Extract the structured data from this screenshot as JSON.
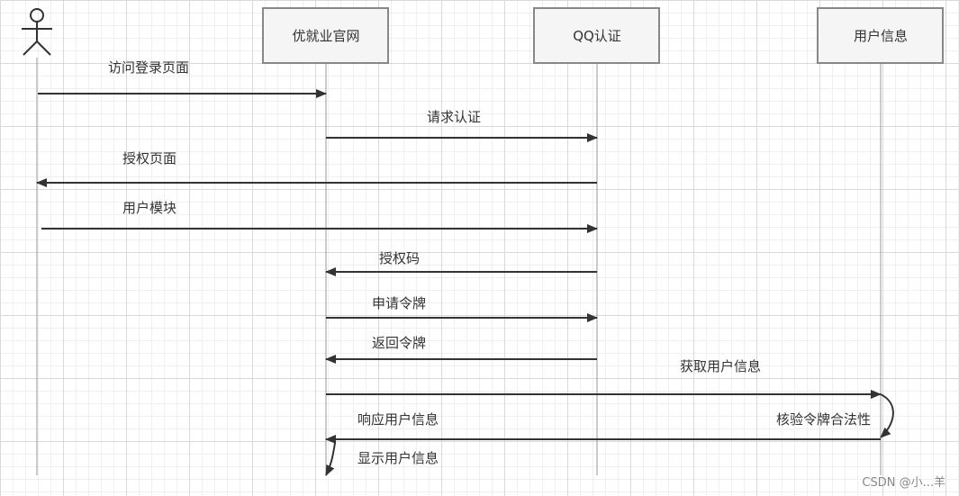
{
  "participants": [
    {
      "id": "user",
      "type": "actor",
      "label": ""
    },
    {
      "id": "site",
      "type": "box",
      "label": "优就业官网"
    },
    {
      "id": "qq",
      "type": "box",
      "label": "QQ认证"
    },
    {
      "id": "info",
      "type": "box",
      "label": "用户信息"
    }
  ],
  "messages": [
    {
      "from": "user",
      "to": "site",
      "label": "访问登录页面"
    },
    {
      "from": "site",
      "to": "qq",
      "label": "请求认证"
    },
    {
      "from": "qq",
      "to": "user",
      "label": "授权页面"
    },
    {
      "from": "user",
      "to": "qq",
      "label": "用户模块"
    },
    {
      "from": "qq",
      "to": "site",
      "label": "授权码"
    },
    {
      "from": "site",
      "to": "qq",
      "label": "申请令牌"
    },
    {
      "from": "qq",
      "to": "site",
      "label": "返回令牌"
    },
    {
      "from": "site",
      "to": "info",
      "label": "获取用户信息"
    },
    {
      "self": "info",
      "label": "核验令牌合法性"
    },
    {
      "from": "info",
      "to": "site",
      "label": "响应用户信息"
    },
    {
      "self": "site",
      "label": "显示用户信息"
    }
  ],
  "watermark": "CSDN @小...羊",
  "colors": {
    "box_fill": "#f5f5f5",
    "box_stroke": "#888888",
    "line": "#333333",
    "lifeline": "#999999"
  }
}
